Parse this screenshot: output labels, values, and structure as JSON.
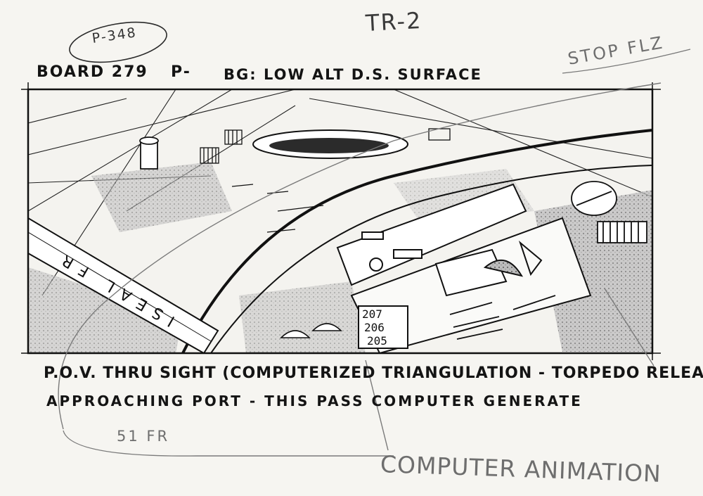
{
  "header": {
    "sheet_id": "TR-2",
    "page_number": "P-348",
    "board": "BOARD 279",
    "prefix": "P-",
    "background": "BG: LOW ALT D.S. SURFACE"
  },
  "margin_note": "STOP FLZ",
  "panel": {
    "hull_lettering": "ISEAL FR",
    "counter_values": [
      "207",
      "206",
      "205"
    ]
  },
  "caption": {
    "line1": "P.O.V. THRU SIGHT (COMPUTERIZED TRIANGULATION - TORPEDO RELEASE)",
    "line2": "APPROACHING PORT - THIS PASS COMPUTER GENERATE"
  },
  "length_note": "51 FR",
  "footer_note": "COMPUTER ANIMATION",
  "colors": {
    "paper": "#f6f5f1",
    "ink": "#141414",
    "pencil": "#777777"
  }
}
